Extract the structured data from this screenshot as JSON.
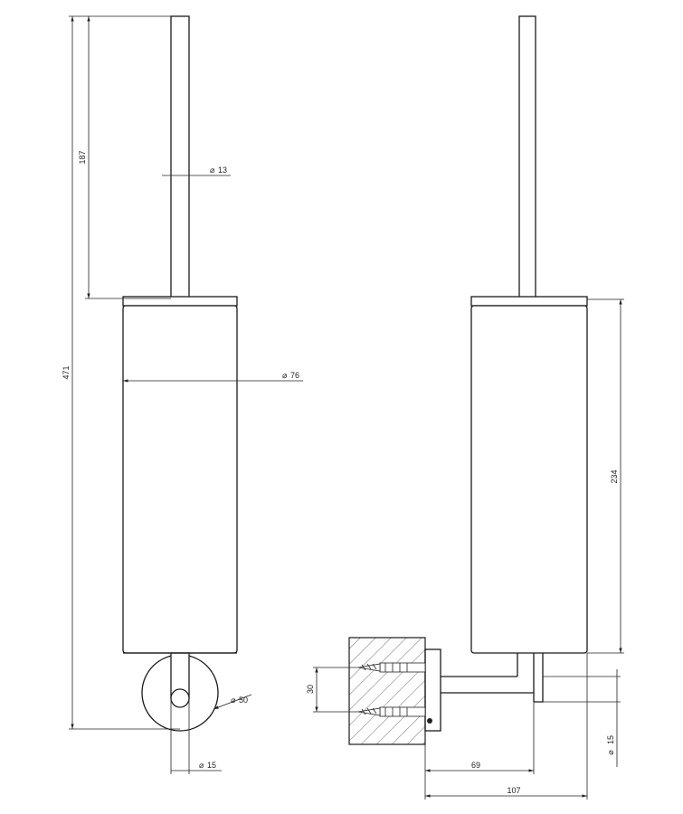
{
  "title": "",
  "units": "mm",
  "dimensions": {
    "overall_height": "471",
    "brush_handle_length": "187",
    "handle_diameter": "13",
    "container_diameter": "76",
    "wall_rose_diameter": "50",
    "arm_diameter_front": "15",
    "container_height": "234",
    "fixing_spacing": "30",
    "arm_projection": "69",
    "total_projection": "107",
    "arm_diameter_side": "15"
  },
  "symbols": {
    "diameter": "⌀"
  }
}
